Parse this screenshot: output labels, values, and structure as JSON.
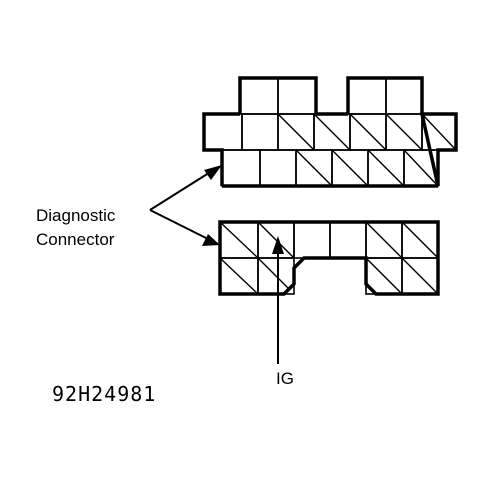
{
  "labels": {
    "connector_line1": "Diagnostic",
    "connector_line2": "Connector",
    "terminal_ig": "IG",
    "figure_code": "92H24981"
  },
  "colors": {
    "ink": "#000000",
    "paper": "#ffffff"
  }
}
